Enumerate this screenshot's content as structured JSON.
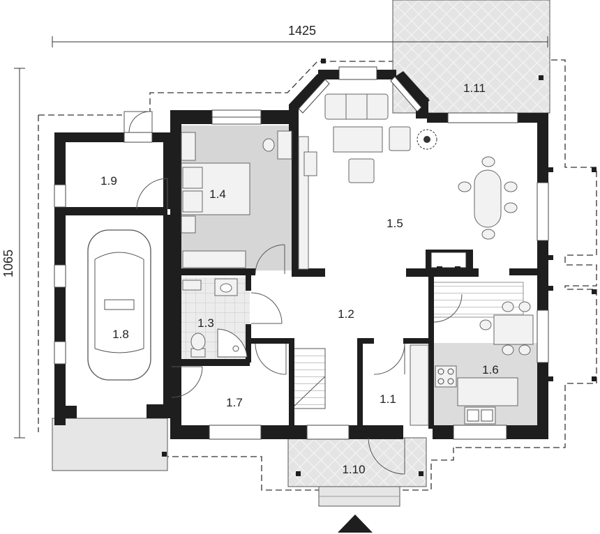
{
  "dimensions": {
    "width": "1425",
    "height": "1065"
  },
  "rooms": [
    {
      "id": "1.1"
    },
    {
      "id": "1.2"
    },
    {
      "id": "1.3"
    },
    {
      "id": "1.4"
    },
    {
      "id": "1.5"
    },
    {
      "id": "1.6"
    },
    {
      "id": "1.7"
    },
    {
      "id": "1.8"
    },
    {
      "id": "1.9"
    },
    {
      "id": "1.10"
    },
    {
      "id": "1.11"
    }
  ],
  "colors": {
    "wall": "#1e1e1e",
    "room_grey": "#d6d6d6",
    "floor": "#ffffff",
    "tile": "#e6e6e6"
  },
  "icons": [
    "entrance-arrow-icon",
    "car-icon",
    "bed-icon",
    "sofa-icon",
    "plant-icon",
    "dining-table-icon",
    "stove-icon",
    "sink-icon",
    "toilet-icon",
    "shower-icon"
  ]
}
